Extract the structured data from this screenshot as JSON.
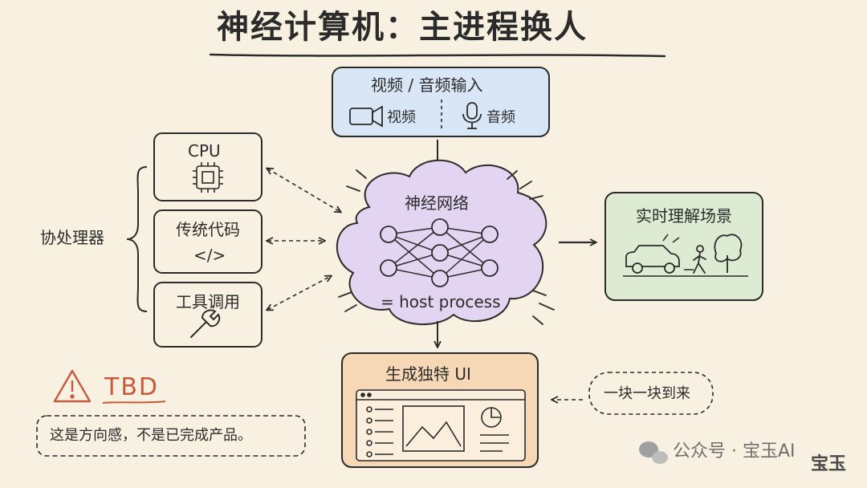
{
  "title": "神经计算机：主进程换人",
  "input": {
    "title": "视频 / 音频输入",
    "video": "视频",
    "audio": "音频"
  },
  "coprocessor": {
    "label": "协处理器",
    "cpu": "CPU",
    "legacy_code": "传统代码",
    "code_symbol": "</>",
    "tools": "工具调用"
  },
  "network": {
    "title": "神经网络",
    "subtitle": "= host process"
  },
  "scene": {
    "title": "实时理解场景"
  },
  "ui": {
    "title": "生成独特 UI"
  },
  "piece": "一块一块到来",
  "tbd": {
    "label": "TBD",
    "note": "这是方向感，不是已完成产品。"
  },
  "watermark": {
    "text": "公众号 · 宝玉AI",
    "corner": "宝玉"
  },
  "colors": {
    "background": "#f8f1e1",
    "input_fill": "#d8e6f6",
    "cloud_fill": "#e3d5f2",
    "scene_fill": "#dcebd2",
    "ui_fill": "#f6d8b6",
    "warning": "#c65a3c"
  }
}
